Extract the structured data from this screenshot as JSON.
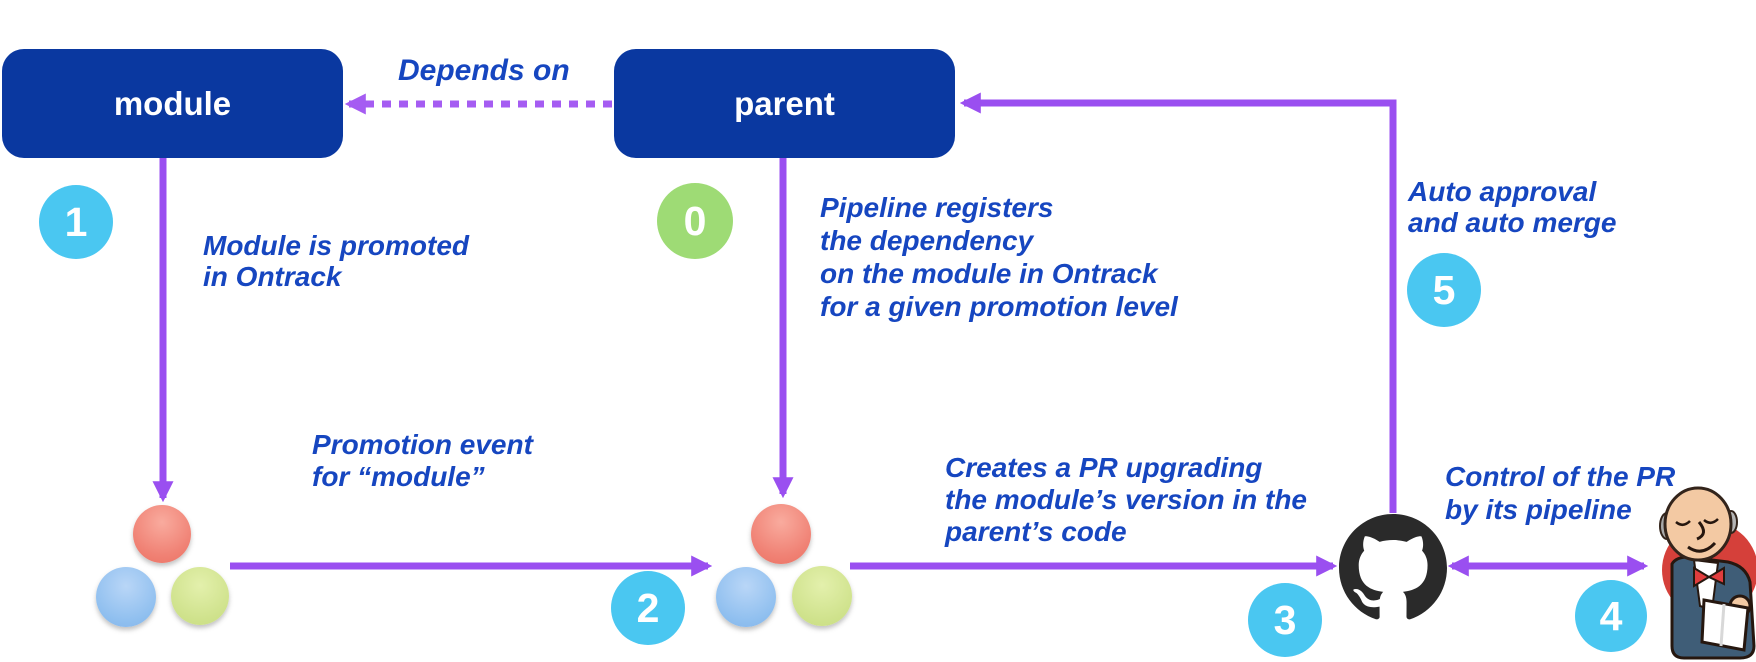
{
  "nodes": [
    {
      "label": "module"
    },
    {
      "label": "parent"
    }
  ],
  "edge_labels": {
    "depends_on": "Depends on"
  },
  "badges": [
    {
      "value": "1",
      "color": "#4ac7f1"
    },
    {
      "value": "0",
      "color": "#9edb75"
    },
    {
      "value": "2",
      "color": "#4ac7f1"
    },
    {
      "value": "3",
      "color": "#4ac7f1"
    },
    {
      "value": "4",
      "color": "#4ac7f1"
    },
    {
      "value": "5",
      "color": "#4ac7f1"
    }
  ],
  "annotations": {
    "step1": "Module is promoted\nin Ontrack",
    "step0": "Pipeline registers\nthe dependency\non the module in Ontrack\nfor a given promotion level",
    "step2": "Promotion event\nfor “module”",
    "step3": "Creates a PR upgrading\nthe module’s version in the\nparent’s code",
    "step4": "Control of the PR\nby its pipeline",
    "step5": "Auto approval\nand auto merge"
  },
  "icons": {
    "github": "github-octocat-logo",
    "jenkins": "jenkins-butler-logo",
    "promotion_cluster": "promotion-levels-cluster"
  },
  "colors": {
    "node_box_blue": "#0a38a0",
    "annotation_blue": "#1646c0",
    "arrow_purple": "#9a4ff0",
    "dashed_arrow_purple": "#a55cf2",
    "badge_cyan": "#4ac7f1",
    "badge_green": "#9edb75",
    "ball_red": "#f08275",
    "ball_blue": "#8fbfef",
    "ball_green": "#cfe28c",
    "github_black": "#2a2a2a",
    "jenkins_red": "#d5403a"
  }
}
